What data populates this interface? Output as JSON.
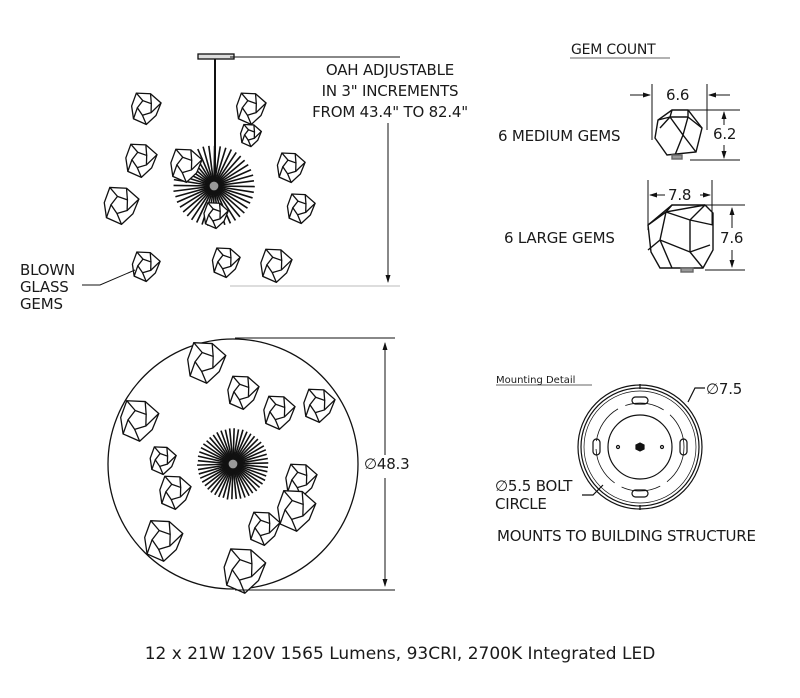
{
  "side_view": {
    "oah_lines": [
      "OAH ADJUSTABLE",
      "IN 3\" INCREMENTS",
      "FROM 43.4\" TO 82.4\""
    ],
    "gems_label": [
      "BLOWN",
      "GLASS",
      "GEMS"
    ]
  },
  "bottom_view": {
    "diameter_label": "∅48.3"
  },
  "gem_count": {
    "title": "GEM COUNT",
    "medium": {
      "label": "6 MEDIUM GEMS",
      "width": "6.6",
      "height": "6.2"
    },
    "large": {
      "label": "6 LARGE GEMS",
      "width": "7.8",
      "height": "7.6"
    }
  },
  "mounting": {
    "title": "Mounting Detail",
    "outer_diameter": "∅7.5",
    "bolt_circle": [
      "∅5.5 BOLT",
      "CIRCLE"
    ],
    "note": "MOUNTS TO BUILDING STRUCTURE"
  },
  "spec_line": "12 x 21W 120V 1565 Lumens, 93CRI, 2700K Integrated LED"
}
